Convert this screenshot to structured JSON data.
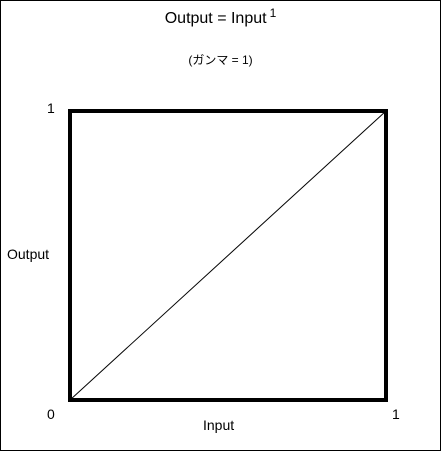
{
  "chart_data": {
    "type": "line",
    "title": "Output = Input",
    "title_exponent": "1",
    "subtitle": "(ガンマ = 1)",
    "xlabel": "Input",
    "ylabel": "Output",
    "xlim": [
      0,
      1
    ],
    "ylim": [
      0,
      1
    ],
    "x_ticks": [
      "0",
      "1"
    ],
    "y_ticks": [
      "0",
      "1"
    ],
    "grid": false,
    "series": [
      {
        "x": [
          0,
          1
        ],
        "y": [
          0,
          1
        ]
      }
    ],
    "colors": {
      "line": "#000000",
      "frame": "#000000"
    }
  }
}
